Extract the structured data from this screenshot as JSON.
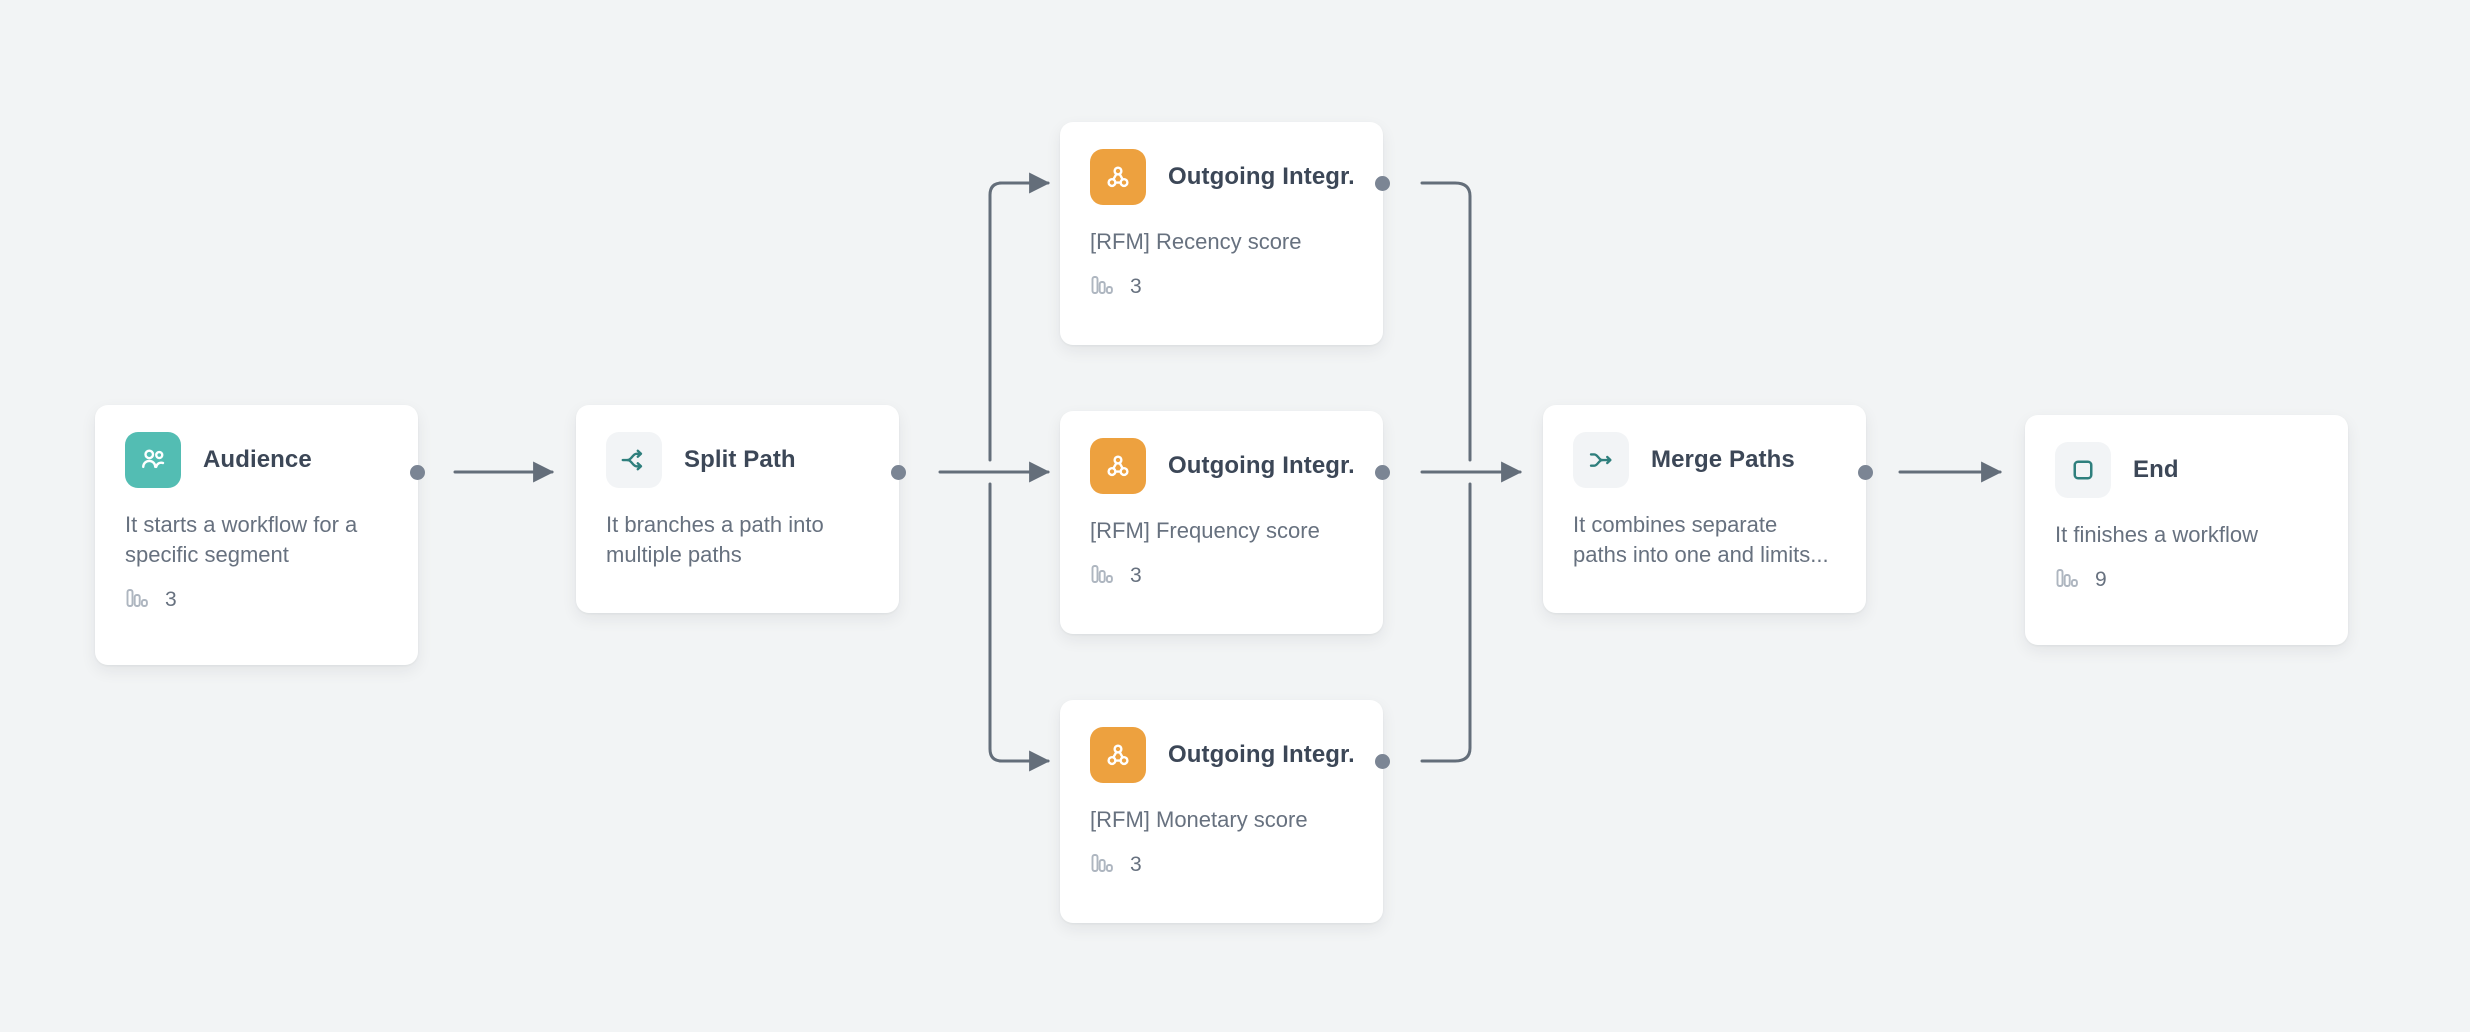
{
  "canvas": {
    "background_color": "#f2f4f5",
    "edge_color": "#646e7a",
    "port_color": "#7b8594"
  },
  "nodes": [
    {
      "id": "audience",
      "title": "Audience",
      "description": "It starts a workflow for a specific segment",
      "icon": "users-icon",
      "icon_tile_color": "#53bdb3",
      "icon_tile_style": "teal",
      "stat_icon": "bar-chart-icon",
      "stat_value": "3",
      "has_port": true
    },
    {
      "id": "split-path",
      "title": "Split Path",
      "description": "It branches a path into multiple paths",
      "icon": "split-path-icon",
      "icon_tile_color": "#f2f4f6",
      "icon_tile_style": "neutral",
      "stat_icon": null,
      "stat_value": null,
      "has_port": true
    },
    {
      "id": "outgoing-recency",
      "title": "Outgoing Integr...",
      "description": "[RFM] Recency score",
      "icon": "webhook-icon",
      "icon_tile_color": "#eda13f",
      "icon_tile_style": "orange",
      "stat_icon": "bar-chart-icon",
      "stat_value": "3",
      "has_port": true
    },
    {
      "id": "outgoing-frequency",
      "title": "Outgoing Integr...",
      "description": "[RFM] Frequency score",
      "icon": "webhook-icon",
      "icon_tile_color": "#eda13f",
      "icon_tile_style": "orange",
      "stat_icon": "bar-chart-icon",
      "stat_value": "3",
      "has_port": true
    },
    {
      "id": "outgoing-monetary",
      "title": "Outgoing Integr...",
      "description": "[RFM] Monetary score",
      "icon": "webhook-icon",
      "icon_tile_color": "#eda13f",
      "icon_tile_style": "orange",
      "stat_icon": "bar-chart-icon",
      "stat_value": "3",
      "has_port": true
    },
    {
      "id": "merge-paths",
      "title": "Merge Paths",
      "description": "It combines separate paths into one and limits...",
      "icon": "merge-paths-icon",
      "icon_tile_color": "#f2f4f6",
      "icon_tile_style": "neutral",
      "stat_icon": null,
      "stat_value": null,
      "has_port": true
    },
    {
      "id": "end",
      "title": "End",
      "description": "It finishes a workflow",
      "icon": "stop-square-icon",
      "icon_tile_color": "#f2f4f6",
      "icon_tile_style": "neutral",
      "stat_icon": "bar-chart-icon",
      "stat_value": "9",
      "has_port": false
    }
  ]
}
